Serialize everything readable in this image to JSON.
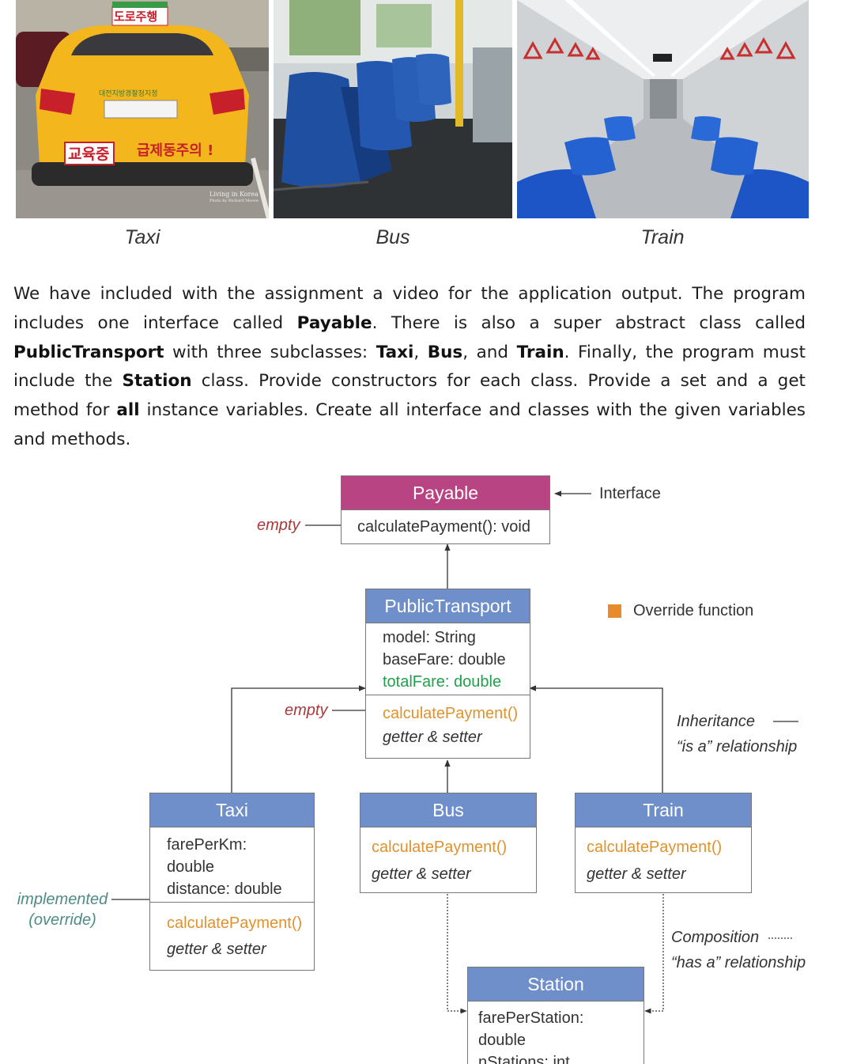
{
  "photos": {
    "taxi_caption": "Taxi",
    "bus_caption": "Bus",
    "train_caption": "Train",
    "taxi_sign": "도로주행",
    "taxi_sticker_left": "교육중",
    "taxi_sticker_right": "급제동주의 !",
    "taxi_plate_text": "대전지방경찰청지정",
    "taxi_watermark": "Living in Korea",
    "taxi_watermark_small": "Photo by Richard Moore"
  },
  "paragraph": {
    "p1": "We have included with the assignment a video for the application output. The program includes one interface called ",
    "payable": "Payable",
    "p2": ". There is also a super abstract class called ",
    "public_transport": "PublicTransport",
    "p3": " with three subclasses: ",
    "taxi": "Taxi",
    "p4": ", ",
    "bus": "Bus",
    "p5": ", and ",
    "train": "Train",
    "p6": ". Finally, the program must include the ",
    "station": "Station",
    "p7": " class. Provide constructors for each class. Provide a set and a get method for ",
    "all": "all",
    "p8": " instance variables. Create all interface and classes with the given variables and methods."
  },
  "diagram": {
    "payable": {
      "title": "Payable",
      "method": "calculatePayment(): void"
    },
    "public_transport": {
      "title": "PublicTransport",
      "fields": [
        "model: String",
        "baseFare: double"
      ],
      "green_field": "totalFare: double",
      "method": "calculatePayment()",
      "accessors": "getter & setter"
    },
    "taxi": {
      "title": "Taxi",
      "fields": [
        "farePerKm: double",
        "distance: double"
      ],
      "method": "calculatePayment()",
      "accessors": "getter & setter"
    },
    "bus": {
      "title": "Bus",
      "method": "calculatePayment()",
      "accessors": "getter & setter"
    },
    "train": {
      "title": "Train",
      "method": "calculatePayment()",
      "accessors": "getter & setter"
    },
    "station": {
      "title": "Station",
      "fields": [
        "farePerStation: double",
        "nStations: int"
      ]
    },
    "notes": {
      "interface": "Interface",
      "empty_top": "empty",
      "empty_mid": "empty",
      "override_legend": "Override function",
      "inheritance": "Inheritance",
      "is_a": "“is a” relationship",
      "implemented": "implemented",
      "override": "(override)",
      "composition": "Composition",
      "has_a": "“has a” relationship"
    },
    "colors": {
      "class_header": "#6f8fca",
      "interface_header": "#b94483",
      "override": "#e0922d",
      "highlight_field": "#22a04a",
      "empty_note": "#a93a3a",
      "implemented_note": "#4d8c86"
    }
  }
}
